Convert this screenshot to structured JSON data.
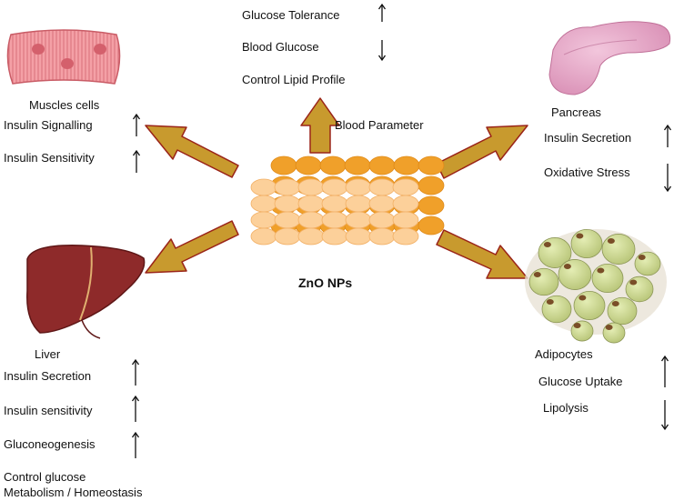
{
  "center": {
    "label": "ZnO NPs"
  },
  "blood": {
    "title": "Blood Parameter",
    "items": [
      {
        "label": "Glucose Tolerance",
        "trend": "up"
      },
      {
        "label": "Blood Glucose",
        "trend": "down"
      },
      {
        "label": "Control Lipid Profile",
        "trend": ""
      }
    ]
  },
  "muscle": {
    "title": "Muscles cells",
    "items": [
      {
        "label": "Insulin Signalling",
        "trend": "up"
      },
      {
        "label": "Insulin Sensitivity",
        "trend": "up"
      }
    ]
  },
  "pancreas": {
    "title": "Pancreas",
    "items": [
      {
        "label": "Insulin Secretion",
        "trend": "up"
      },
      {
        "label": "Oxidative Stress",
        "trend": "down"
      }
    ]
  },
  "liver": {
    "title": "Liver",
    "items": [
      {
        "label": "Insulin Secretion",
        "trend": "up"
      },
      {
        "label": "Insulin sensitivity",
        "trend": "up"
      },
      {
        "label": "Gluconeogenesis",
        "trend": "up"
      },
      {
        "label": "Control glucose",
        "trend": ""
      },
      {
        "label": "Metabolism / Homeostasis",
        "trend": ""
      }
    ]
  },
  "adipocytes": {
    "title": "Adipocytes",
    "items": [
      {
        "label": "Glucose Uptake",
        "trend": "up"
      },
      {
        "label": "Lipolysis",
        "trend": "down"
      }
    ]
  },
  "colors": {
    "arrow_fill": "#c89a2e",
    "arrow_stroke": "#9a2418",
    "np_light": "#fcd09a",
    "np_dark": "#f0a02a"
  }
}
